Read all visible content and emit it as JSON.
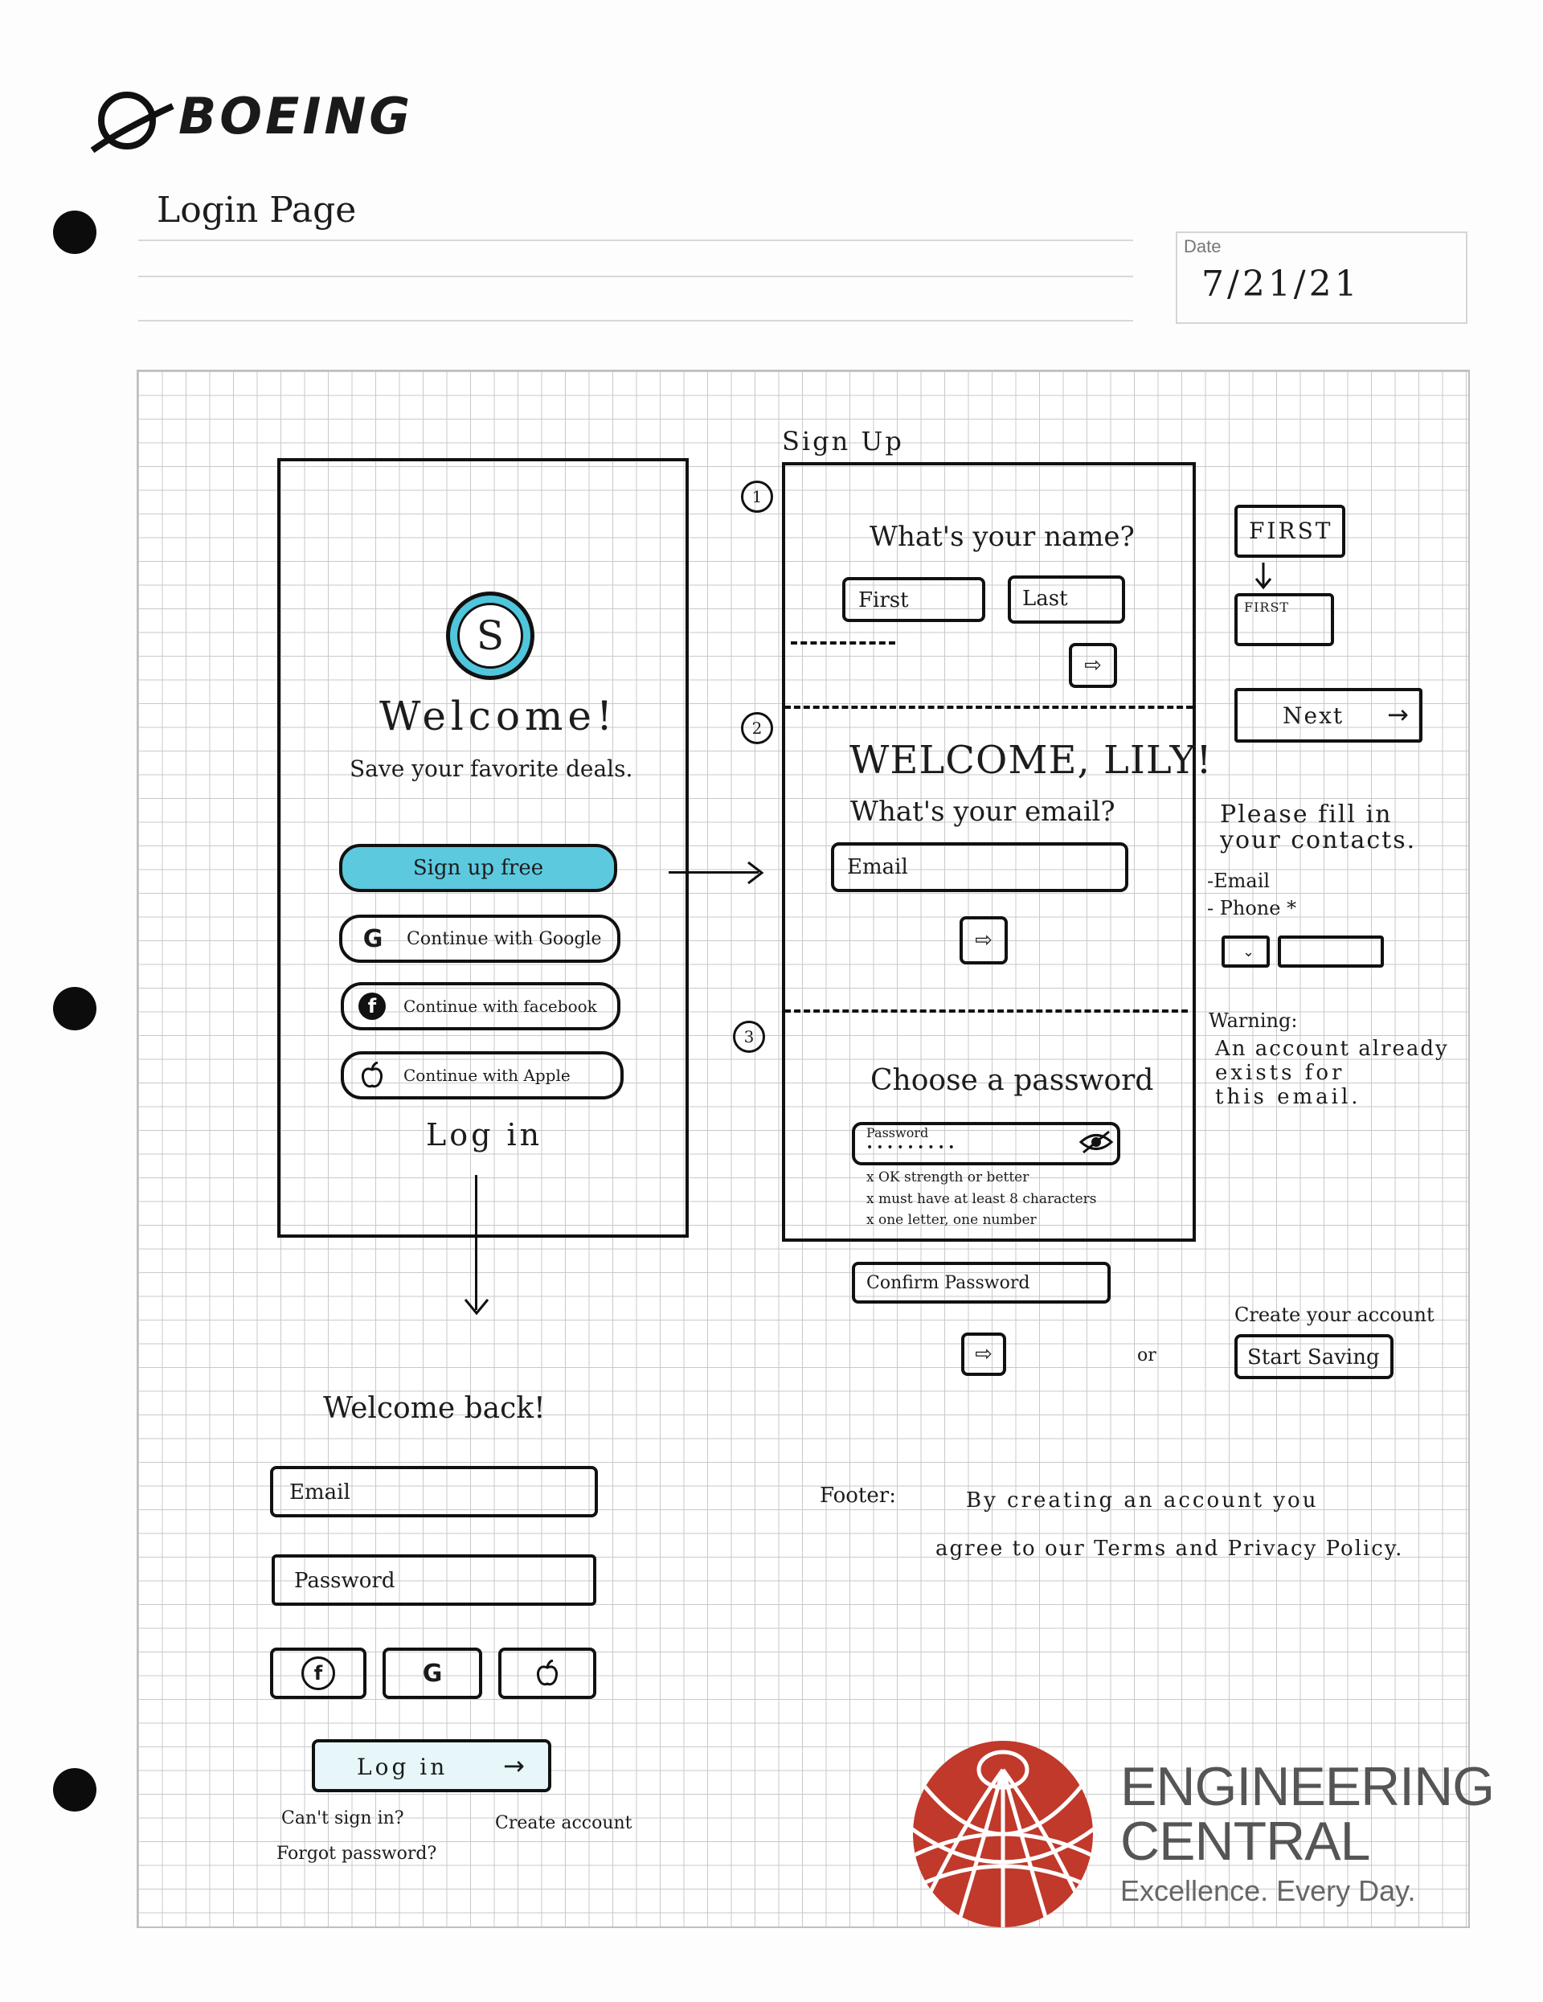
{
  "header": {
    "brand": "BOEING",
    "page_title": "Login Page",
    "date_label": "Date",
    "date_value": "7/21/21"
  },
  "login": {
    "welcome": "Welcome!",
    "tagline": "Save your favorite deals.",
    "signup_button": "Sign up free",
    "google_button": "Continue with Google",
    "facebook_button": "Continue with facebook",
    "apple_button": "Continue with Apple",
    "login_link": "Log in",
    "google_glyph": "G",
    "facebook_glyph": "f",
    "apple_glyph": "",
    "logo_glyph": "S"
  },
  "signup": {
    "title": "Sign Up",
    "step1_num": "1",
    "step2_num": "2",
    "step3_num": "3",
    "name_question": "What's your name?",
    "first_placeholder": "First",
    "last_placeholder": "Last",
    "welcome_user": "WELCOME, LILY!",
    "email_question": "What's your email?",
    "email_placeholder": "Email",
    "password_heading": "Choose a password",
    "password_label": "Password",
    "password_mask": "• • • • • • • • •",
    "rule1": "x OK strength or better",
    "rule2": "x must have at least 8 characters",
    "rule3": "x one letter, one number",
    "confirm_placeholder": "Confirm Password",
    "or_text": "or",
    "create_caption": "Create your account",
    "start_button": "Start Saving"
  },
  "notes": {
    "first_big": "FIRST",
    "first_small": "FIRST",
    "next_button": "Next",
    "contacts_note_1": "Please fill in",
    "contacts_note_2": "your contacts.",
    "email_item": "-Email",
    "phone_item": "- Phone *",
    "warning_label": "Warning:",
    "warning_1": "An account already",
    "warning_2": "exists for",
    "warning_3": "this email."
  },
  "login_back": {
    "welcome_back": "Welcome back!",
    "email_placeholder": "Email",
    "password_placeholder": "Password",
    "login_button": "Log in",
    "cant_sign_in": "Can't sign in?",
    "forgot_password": "Forgot password?",
    "create_account": "Create account"
  },
  "footer": {
    "label": "Footer:",
    "line1": "By creating an account you",
    "line2": "agree to our Terms and Privacy Policy."
  },
  "branding": {
    "line1": "ENGINEERING",
    "line2": "CENTRAL",
    "slogan": "Excellence. Every Day.",
    "logo_color": "#c0392b"
  }
}
